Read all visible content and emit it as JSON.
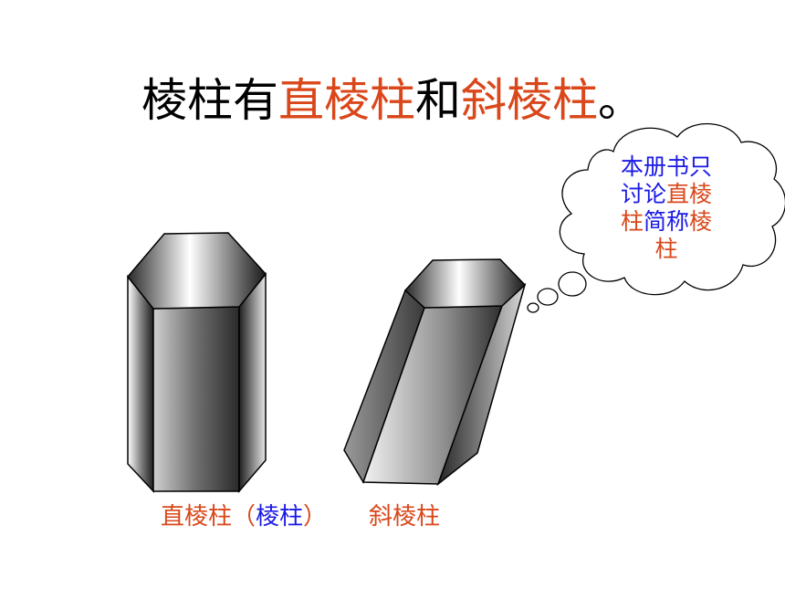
{
  "colors": {
    "black": "#000000",
    "red": "#d9471a",
    "blue": "#1a1ae6"
  },
  "title": {
    "part1": "棱柱有",
    "part2": "直棱柱",
    "part3": "和",
    "part4": "斜棱柱",
    "part5": "。"
  },
  "cloud": {
    "line1": "本册书只",
    "line2_a": "讨论",
    "line2_b": "直棱",
    "line3_a": "柱",
    "line3_b": "简称",
    "line3_c": "棱",
    "line4": "柱"
  },
  "captions": {
    "right_prism": "直棱柱",
    "paren_open": "（",
    "prism": "棱柱",
    "paren_close": "）",
    "oblique_prism": "斜棱柱"
  }
}
